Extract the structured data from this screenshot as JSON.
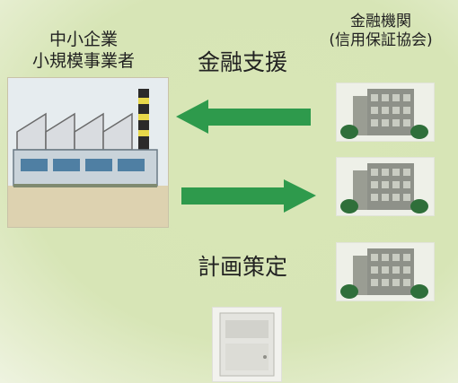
{
  "labels": {
    "sme": "中小企業\n小規模事業者",
    "financial_institution": "金融機関\n(信用保証協会)",
    "support": "金融支援",
    "plan": "計画策定"
  },
  "colors": {
    "arrow": "#2e9a4c",
    "background": "#d8e6b6"
  },
  "icons": {
    "factory": "factory-icon",
    "building": "office-building-icon",
    "document": "document-icon"
  }
}
